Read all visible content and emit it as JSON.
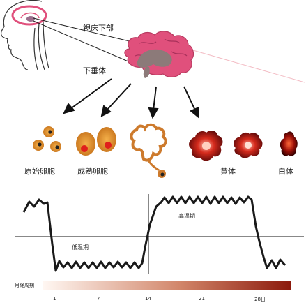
{
  "labels": {
    "hypothalamus": "視床下部",
    "pituitary": "下垂体",
    "high_phase": "高温期",
    "low_phase": "低温期",
    "cycle": "月経周期"
  },
  "stages": [
    "原始卵胞",
    "成熟卵胞",
    "黄体",
    "白体"
  ],
  "day_ticks": [
    "1",
    "7",
    "14",
    "21",
    "28日"
  ],
  "colors": {
    "brain": "#e0507c",
    "brain_core": "#8c7a79",
    "follicle": "#cd7a2c",
    "corpus_luteum": "#b01818",
    "bar_start": "#fff7f2",
    "bar_end": "#8c1a0c"
  }
}
